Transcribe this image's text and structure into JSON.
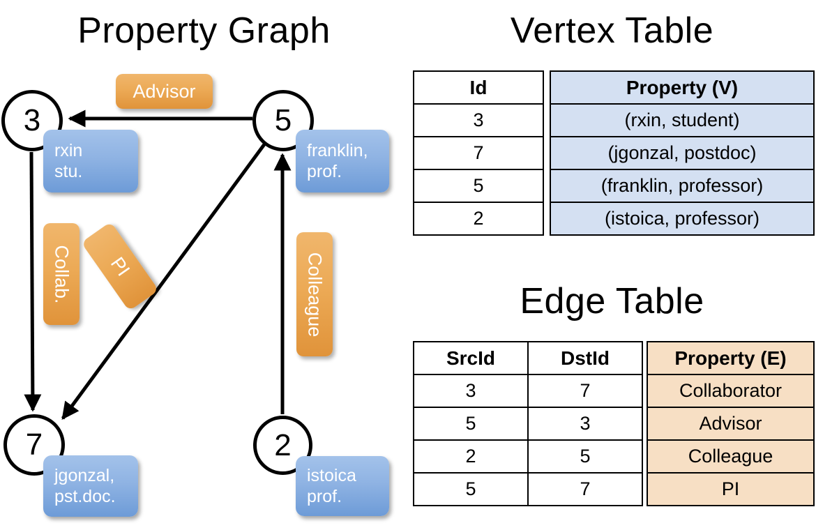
{
  "titles": {
    "property_graph": "Property Graph",
    "vertex_table": "Vertex Table",
    "edge_table": "Edge Table"
  },
  "graph": {
    "nodes": [
      {
        "id": "3",
        "property": "rxin\nstu.",
        "line1": "rxin",
        "line2": "stu."
      },
      {
        "id": "5",
        "property": "franklin, prof.",
        "line1": "franklin,",
        "line2": "prof."
      },
      {
        "id": "7",
        "property": "jgonzal, pst.doc.",
        "line1": "jgonzal,",
        "line2": "pst.doc."
      },
      {
        "id": "2",
        "property": "istoica prof.",
        "line1": "istoica",
        "line2": "prof."
      }
    ],
    "edge_labels": [
      {
        "name": "advisor",
        "text": "Advisor",
        "orientation": "horizontal"
      },
      {
        "name": "collab",
        "text": "Collab.",
        "orientation": "vertical"
      },
      {
        "name": "pi",
        "text": "PI",
        "orientation": "rotated"
      },
      {
        "name": "colleague",
        "text": "Colleague",
        "orientation": "vertical"
      }
    ],
    "edges": [
      {
        "from": "5",
        "to": "3",
        "label": "Advisor"
      },
      {
        "from": "3",
        "to": "7",
        "label": "Collab."
      },
      {
        "from": "5",
        "to": "7",
        "label": "PI"
      },
      {
        "from": "2",
        "to": "5",
        "label": "Colleague"
      }
    ]
  },
  "vertex_table": {
    "headers": {
      "id": "Id",
      "property": "Property (V)"
    },
    "rows": [
      {
        "id": "3",
        "property": "(rxin, student)"
      },
      {
        "id": "7",
        "property": "(jgonzal, postdoc)"
      },
      {
        "id": "5",
        "property": "(franklin, professor)"
      },
      {
        "id": "2",
        "property": "(istoica, professor)"
      }
    ]
  },
  "edge_table": {
    "headers": {
      "src": "SrcId",
      "dst": "DstId",
      "property": "Property (E)"
    },
    "rows": [
      {
        "src": "3",
        "dst": "7",
        "property": "Collaborator"
      },
      {
        "src": "5",
        "dst": "3",
        "property": "Advisor"
      },
      {
        "src": "2",
        "dst": "5",
        "property": "Colleague"
      },
      {
        "src": "5",
        "dst": "7",
        "property": "PI"
      }
    ]
  },
  "colors": {
    "vertex_property_fill": "#d4e0f2",
    "edge_property_fill": "#f7dfc4",
    "node_box_blue": "#8fb3e3",
    "edge_label_orange": "#ecaa56",
    "stroke": "#000000",
    "background": "#ffffff"
  }
}
